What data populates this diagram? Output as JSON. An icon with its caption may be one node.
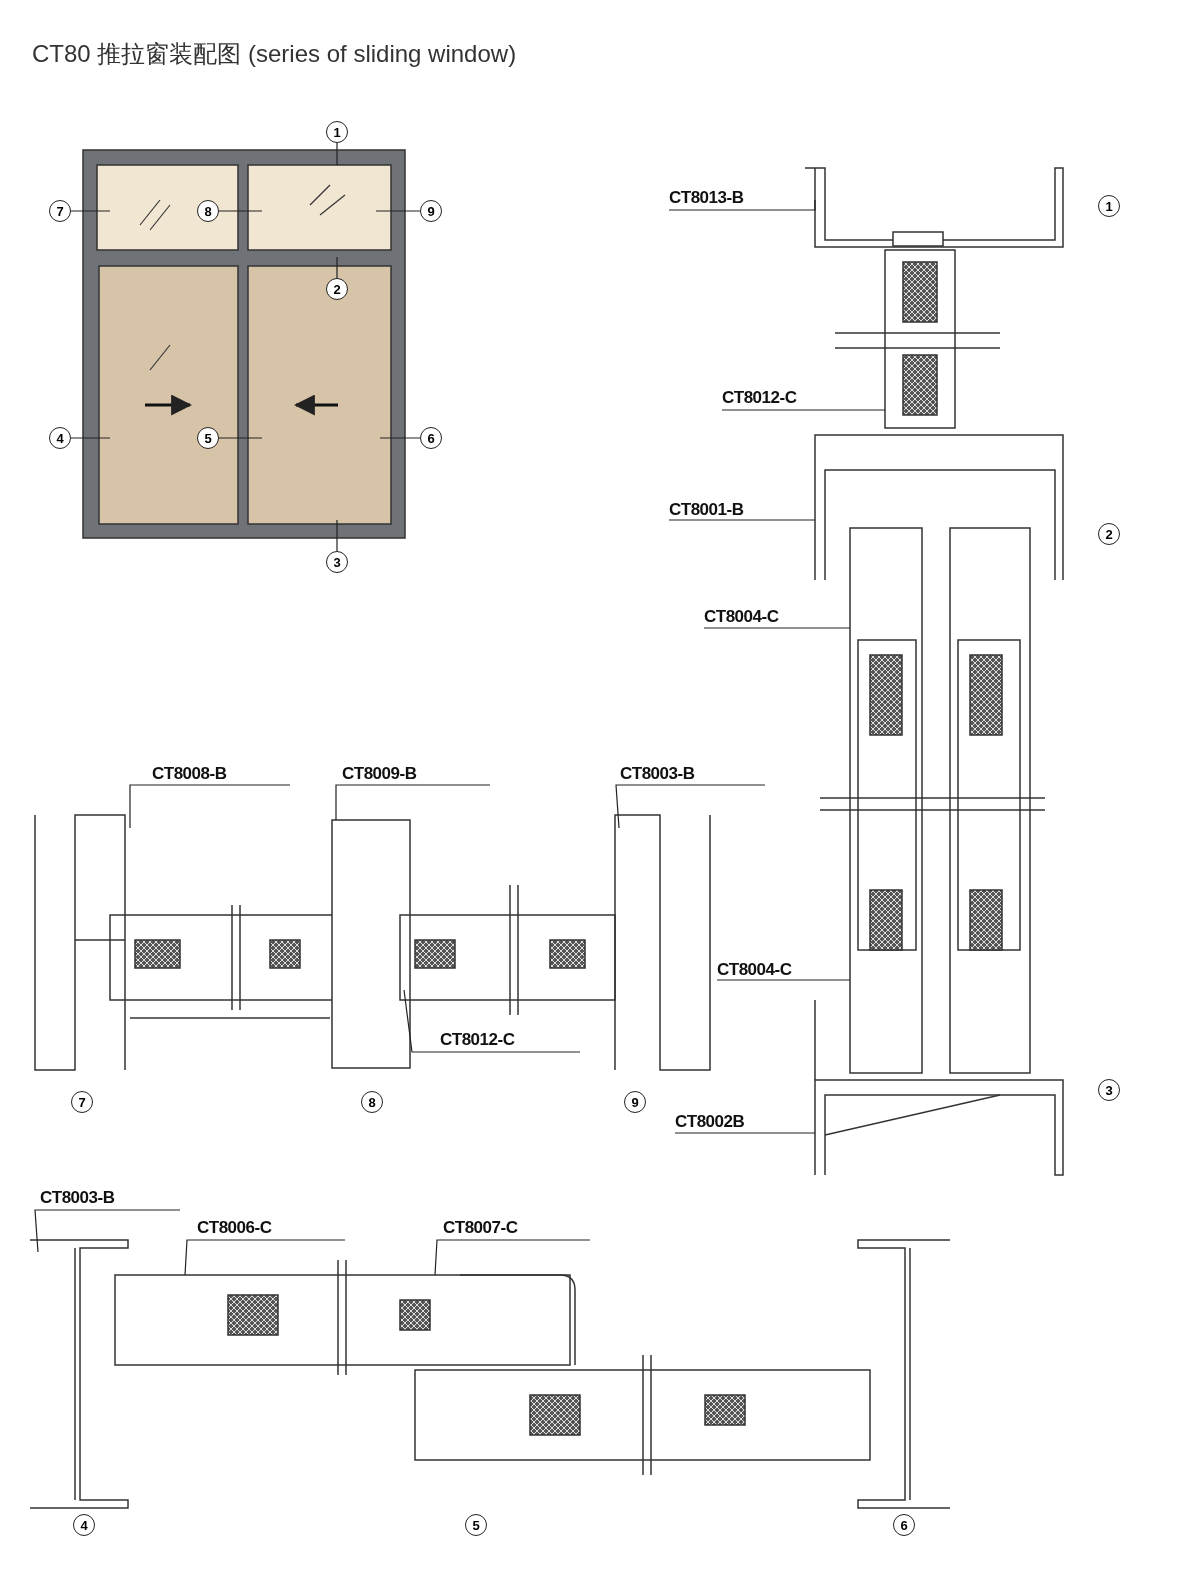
{
  "diagram": {
    "title": "CT80 推拉窗装配图 (series of sliding window)",
    "nodes": [
      {
        "text": [
          "1"
        ]
      },
      {
        "text": [
          "7"
        ]
      },
      {
        "text": [
          "8"
        ]
      },
      {
        "text": [
          "9"
        ]
      },
      {
        "text": [
          "2"
        ]
      },
      {
        "text": [
          "4"
        ]
      },
      {
        "text": [
          "5"
        ]
      },
      {
        "text": [
          "6"
        ]
      },
      {
        "text": [
          "3"
        ]
      },
      {
        "text": [
          "CT8013-B"
        ]
      },
      {
        "text": [
          "CT8012-C"
        ]
      },
      {
        "text": [
          "CT8001-B"
        ]
      },
      {
        "text": [
          "CT8004-C"
        ]
      },
      {
        "text": [
          "CT8004-C"
        ]
      },
      {
        "text": [
          "CT8002B"
        ]
      },
      {
        "text": [
          "CT8008-B"
        ]
      },
      {
        "text": [
          "CT8009-B"
        ]
      },
      {
        "text": [
          "CT8003-B"
        ]
      },
      {
        "text": [
          "CT8012-C"
        ]
      },
      {
        "text": [
          "CT8003-B"
        ]
      },
      {
        "text": [
          "CT8006-C"
        ]
      },
      {
        "text": [
          "CT8007-C"
        ]
      },
      {
        "text": [
          "1"
        ]
      },
      {
        "text": [
          "2"
        ]
      },
      {
        "text": [
          "3"
        ]
      },
      {
        "text": [
          "7"
        ]
      },
      {
        "text": [
          "8"
        ]
      },
      {
        "text": [
          "9"
        ]
      },
      {
        "text": [
          "4"
        ]
      },
      {
        "text": [
          "5"
        ]
      },
      {
        "text": [
          "6"
        ]
      }
    ],
    "edges": [
      {
        "from": 0,
        "to": null,
        "arrow": "none"
      },
      {
        "from": 1,
        "to": null,
        "arrow": "none"
      },
      {
        "from": 2,
        "to": null,
        "arrow": "none"
      },
      {
        "from": 3,
        "to": null,
        "arrow": "none"
      },
      {
        "from": 4,
        "to": null,
        "arrow": "none"
      },
      {
        "from": 5,
        "to": null,
        "arrow": "none"
      },
      {
        "from": 6,
        "to": null,
        "arrow": "none"
      },
      {
        "from": 7,
        "to": null,
        "arrow": "none"
      },
      {
        "from": 8,
        "to": null,
        "arrow": "none"
      },
      {
        "from": 9,
        "to": null,
        "arrow": "none"
      },
      {
        "from": 10,
        "to": null,
        "arrow": "none"
      },
      {
        "from": 11,
        "to": null,
        "arrow": "none"
      },
      {
        "from": 12,
        "to": null,
        "arrow": "none"
      },
      {
        "from": 13,
        "to": null,
        "arrow": "none"
      },
      {
        "from": 14,
        "to": null,
        "arrow": "none"
      },
      {
        "from": 15,
        "to": null,
        "arrow": "none"
      },
      {
        "from": 16,
        "to": null,
        "arrow": "none"
      },
      {
        "from": 17,
        "to": null,
        "arrow": "none"
      },
      {
        "from": 18,
        "to": null,
        "arrow": "none"
      },
      {
        "from": 19,
        "to": null,
        "arrow": "none"
      },
      {
        "from": 20,
        "to": null,
        "arrow": "none"
      },
      {
        "from": 21,
        "to": null,
        "arrow": "none"
      }
    ]
  }
}
